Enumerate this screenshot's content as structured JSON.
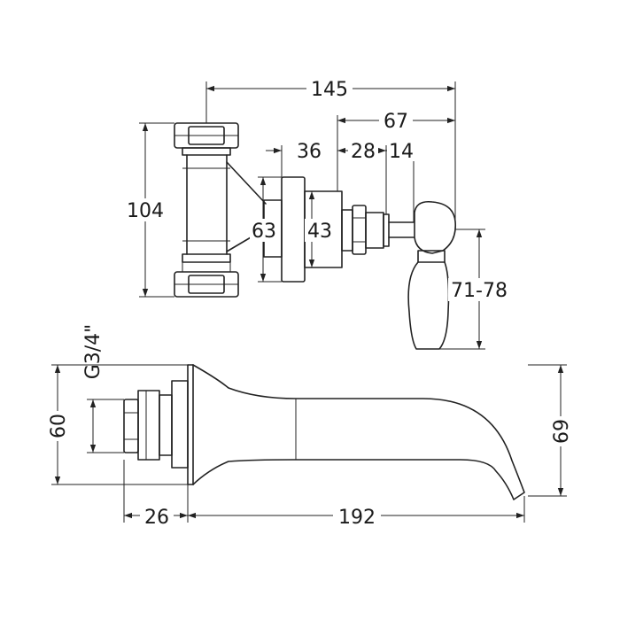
{
  "dimensions": {
    "top_width": "145",
    "handle_offset": "67",
    "body_depth": "36",
    "flange_gap": "28",
    "stem": "14",
    "valve_height": "104",
    "flange_dia": "63",
    "body_dia": "43",
    "handle_length": "71-78",
    "thread": "G3/4\"",
    "spout_flange": "60",
    "spout_height": "69",
    "connector": "26",
    "spout_reach": "192"
  },
  "colors": {
    "line": "#222222",
    "background": "#ffffff"
  }
}
